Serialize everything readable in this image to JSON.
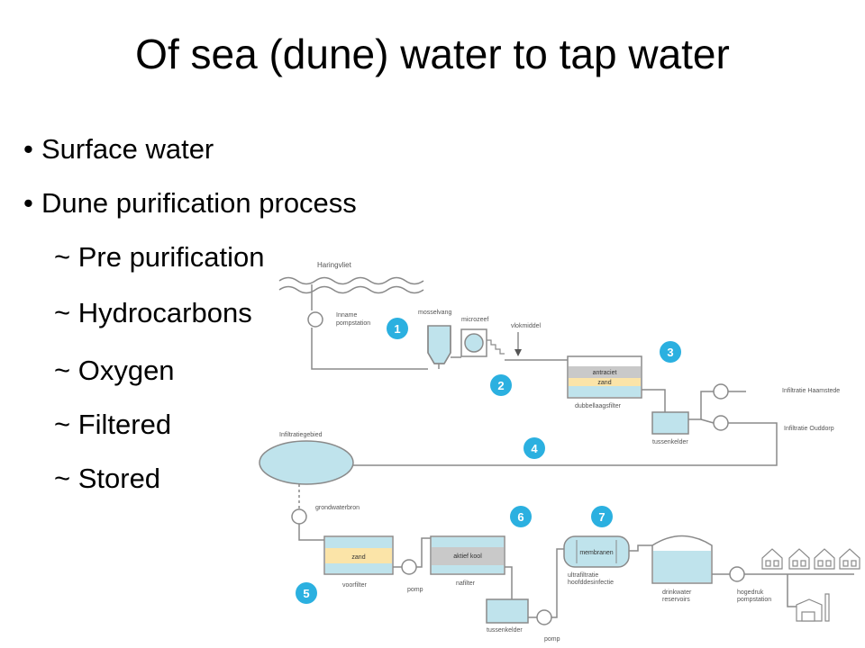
{
  "slide": {
    "title": "Of sea (dune) water to tap water",
    "bullets": [
      {
        "text": "Surface water",
        "icon": "bullet-dot"
      },
      {
        "text": "Dune purification process",
        "icon": "bullet-dot"
      }
    ],
    "sub_items": [
      "~ Pre purification",
      "~ Hydrocarbons",
      "~ Oxygen",
      "~ Filtered",
      "~ Stored"
    ]
  },
  "diagram": {
    "labels": {
      "source": "Haringvliet",
      "intake": "Inname\npompstation",
      "mussel_trap": "mosselvang",
      "microsieve": "microzeef",
      "flocculant": "vlokmiddel",
      "anthracite": "antraciet",
      "sand": "zand",
      "double_filter": "dubbellaagsfilter",
      "buffer_tank": "tussenkelder",
      "infil_haamstede": "Infiltratie Haamstede",
      "infil_ouddorp": "Infiltratie Ouddorp",
      "infil_area": "Infiltratiegebied",
      "groundwater": "grondwaterbron",
      "sand2": "zand",
      "prefilter": "voorfilter",
      "pump1": "pomp",
      "activated_carbon": "aktief kool",
      "postfilter": "nafilter",
      "buffer_tank2": "tussenkelder",
      "pump2": "pomp",
      "membranes": "membranen",
      "ultrafiltration": "ultrafiltratie\nhoofddesinfectie",
      "reservoirs": "drinkwater\nreservoirs",
      "hp_pump": "hogedruk\npompstation"
    },
    "steps": [
      "1",
      "2",
      "3",
      "4",
      "5",
      "6",
      "7"
    ],
    "colors": {
      "line": "#8a8a8a",
      "water": "#bfe3ec",
      "sand": "#fbe4a8",
      "anthracite": "#c9c9c9",
      "step_circle": "#2bb0e0",
      "label": "#555555"
    }
  }
}
